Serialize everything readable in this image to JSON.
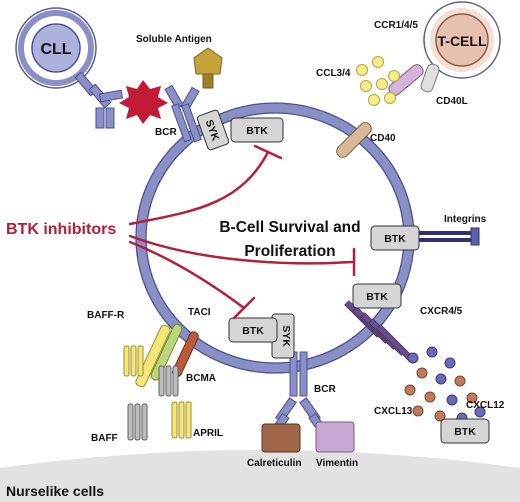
{
  "cells": {
    "cll": "CLL",
    "tcell": "T-CELL",
    "nurselike": "Nurselike cells"
  },
  "center": {
    "line1": "B-Cell Survival and",
    "line2": "Proliferation"
  },
  "drug": "BTK inhibitors",
  "kinase": {
    "btk": "BTK",
    "syk": "SYK"
  },
  "labels": {
    "soluble_antigen": "Soluble Antigen",
    "bcr_top": "BCR",
    "ccr": "CCR1/4/5",
    "ccl": "CCL3/4",
    "cd40l": "CD40L",
    "cd40": "CD40",
    "integrins": "Integrins",
    "cxcr": "CXCR4/5",
    "baffr": "BAFF-R",
    "taci": "TACI",
    "bcma": "BCMA",
    "baff": "BAFF",
    "april": "APRIL",
    "bcr_bottom": "BCR",
    "cxcl13": "CXCL13",
    "cxcl12": "CXCL12",
    "calreticulin": "Calreticulin",
    "vimentin": "Vimentin"
  },
  "colors": {
    "membrane": "#8a8fc6",
    "membrane_dark": "#4d5292",
    "inhibitor": "#b3203a",
    "box": "#d5d5d5"
  }
}
